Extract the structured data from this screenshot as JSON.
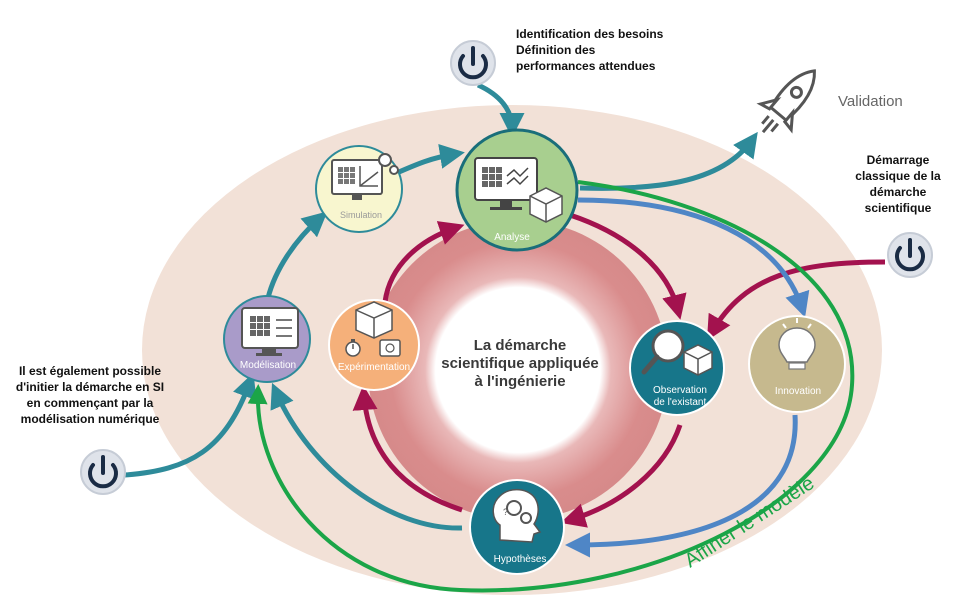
{
  "colors": {
    "outer_ellipse": "#f2e1d7",
    "ring": "#d98c8c",
    "teal": "#2e8b9a",
    "crimson": "#a3124e",
    "blue": "#4f86c6",
    "green": "#1ba548",
    "power_icon": "#1a2b44"
  },
  "center": {
    "line1": "La démarche",
    "line2": "scientifique appliquée",
    "line3": "à l'ingénierie"
  },
  "nodes": {
    "analyse": "Analyse",
    "simulation": "Simulation",
    "modelisation": "Modélisation",
    "experimentation": "Expérimentation",
    "observation_l1": "Observation",
    "observation_l2": "de l'existant",
    "innovation": "Innovation",
    "hypotheses": "Hypothèses"
  },
  "annotations": {
    "top_l1": "Identification des besoins",
    "top_l2": "Définition des",
    "top_l3": "performances attendues",
    "right_l1": "Démarrage",
    "right_l2": "classique de la",
    "right_l3": "démarche",
    "right_l4": "scientifique",
    "left_l1": "Il est également possible",
    "left_l2": "d'initier la démarche en SI",
    "left_l3": "en commençant par la",
    "left_l4": "modélisation numérique",
    "validation": "Validation",
    "affiner": "Affiner le modèle"
  },
  "icons": [
    "power-icon",
    "rocket-icon",
    "cube-grid-icon",
    "monitor-icon",
    "cube-icon",
    "stopwatch-icon",
    "scale-icon",
    "magnifier-icon",
    "lightbulb-icon",
    "gears-head-icon"
  ]
}
